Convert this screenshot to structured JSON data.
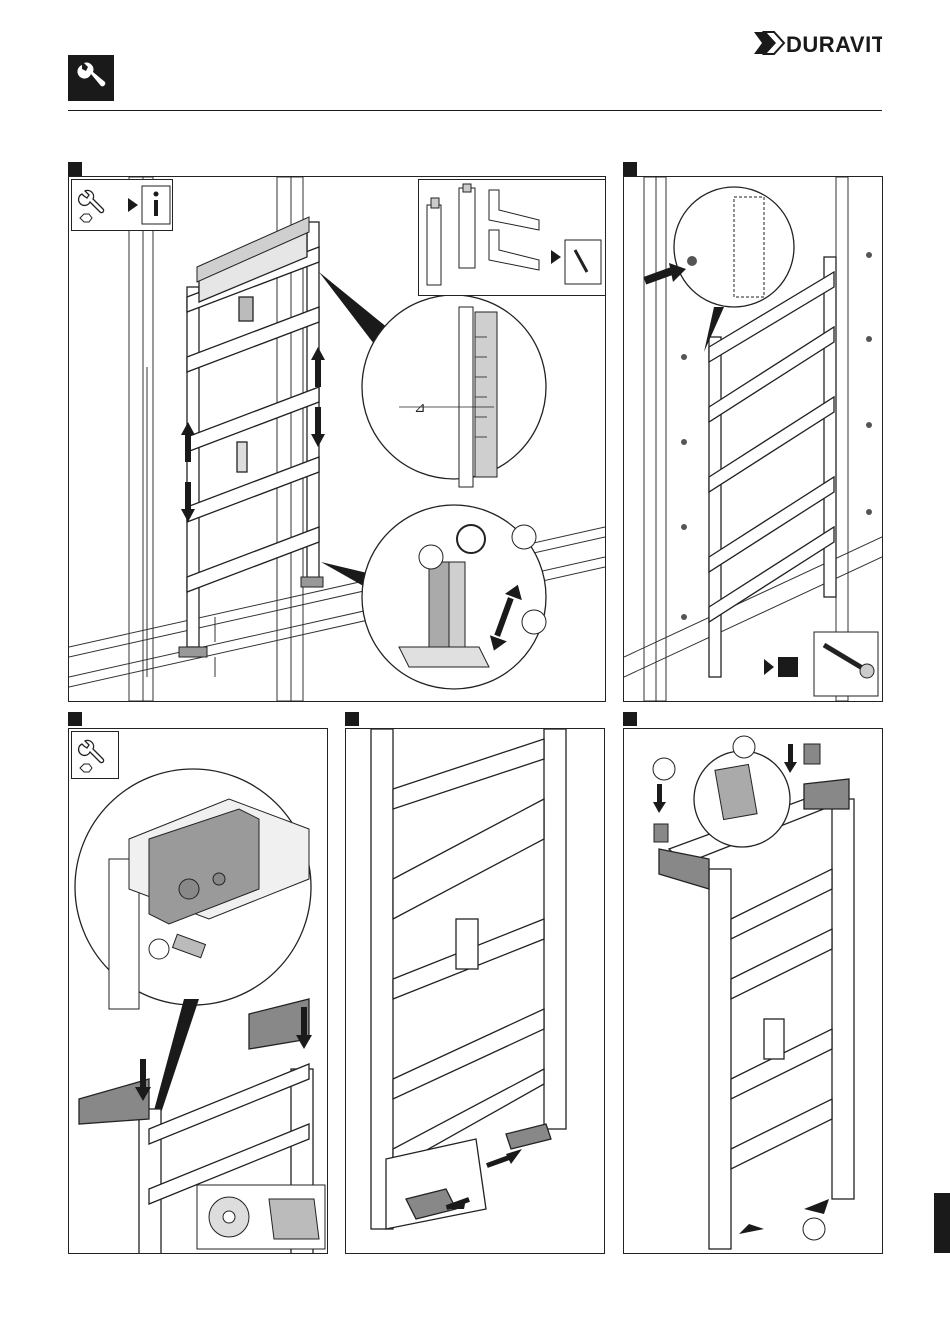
{
  "brand": {
    "name": "DURAVIT"
  },
  "colors": {
    "ink": "#1a1a1a",
    "line": "#333333",
    "grey": "#8a8a8a",
    "light": "#d6d6d6"
  },
  "header": {
    "icon": "wrench-icon"
  },
  "panels": [
    {
      "id": "step-1",
      "icons": [
        "wrench-icon",
        "hex-icon",
        "arrow-right-icon",
        "info-icon"
      ]
    },
    {
      "id": "step-2",
      "icons": [
        "arrow-right-icon",
        "screw-icon"
      ]
    },
    {
      "id": "step-3",
      "icons": [
        "wrench-icon",
        "hex-icon"
      ]
    },
    {
      "id": "step-4",
      "icons": []
    },
    {
      "id": "step-5",
      "icons": []
    }
  ],
  "side_tab": {
    "icon": "section-tab"
  }
}
